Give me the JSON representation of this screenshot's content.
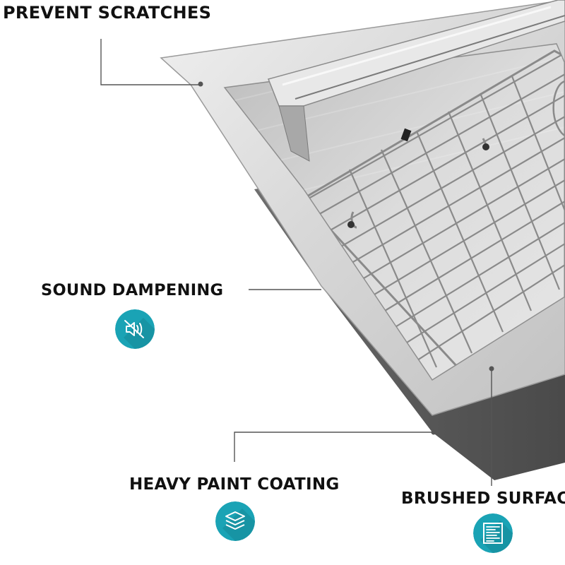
{
  "features": {
    "prevent_scratches": "PREVENT SCRATCHES",
    "sound_dampening": "SOUND DAMPENING",
    "heavy_paint_coating": "HEAVY PAINT COATING",
    "brushed_surface": "BRUSHED SURFACE"
  },
  "icons": {
    "sound_dampening": "speaker-muted-icon",
    "heavy_paint_coating": "layers-icon",
    "brushed_surface": "brushed-lines-icon"
  },
  "colors": {
    "accent": "#1aa3b5",
    "stainless_steel": "#d3d3d3",
    "sink_underside": "#5e5e5e",
    "text": "#111111"
  }
}
